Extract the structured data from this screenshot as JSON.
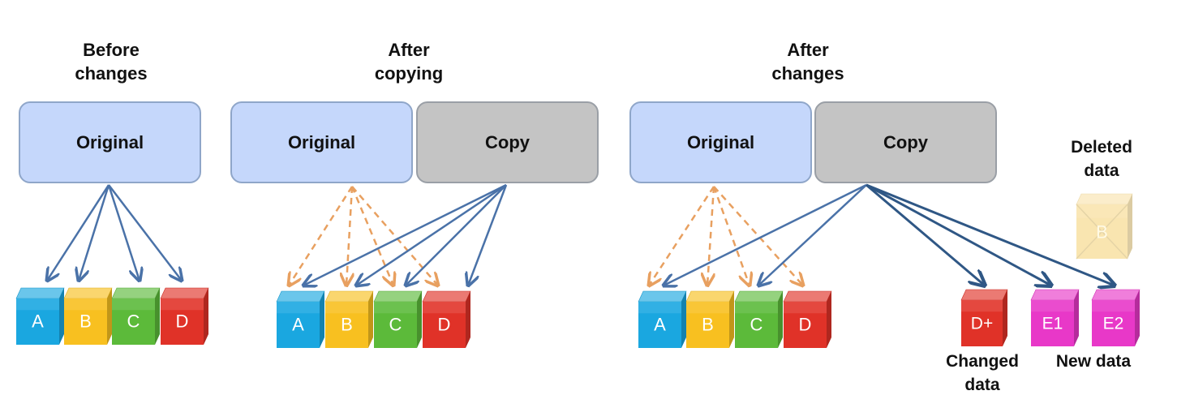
{
  "panels": {
    "before": {
      "heading": "Before\nchanges",
      "original_label": "Original"
    },
    "after_copying": {
      "heading": "After\ncopying",
      "original_label": "Original",
      "copy_label": "Copy"
    },
    "after_changes": {
      "heading": "After\nchanges",
      "original_label": "Original",
      "copy_label": "Copy"
    }
  },
  "blocks": {
    "before": [
      "A",
      "B",
      "C",
      "D"
    ],
    "after_copying": [
      "A",
      "B",
      "C",
      "D"
    ],
    "after_changes": [
      "A",
      "B",
      "C",
      "D"
    ],
    "changed": "D+",
    "new": [
      "E1",
      "E2"
    ],
    "deleted": "B"
  },
  "captions": {
    "deleted": "Deleted\ndata",
    "changed": "Changed\ndata",
    "new": "New data"
  },
  "colors": {
    "original_fill": "#c5d7fb",
    "copy_fill": "#c4c4c4",
    "solid_arrow": "#4a72a8",
    "dashed_arrow": "#e8a060",
    "block_a": "#1aa7e0",
    "block_b": "#f8c020",
    "block_c": "#5cba3a",
    "block_d": "#e03228",
    "block_new": "#e838c8"
  }
}
